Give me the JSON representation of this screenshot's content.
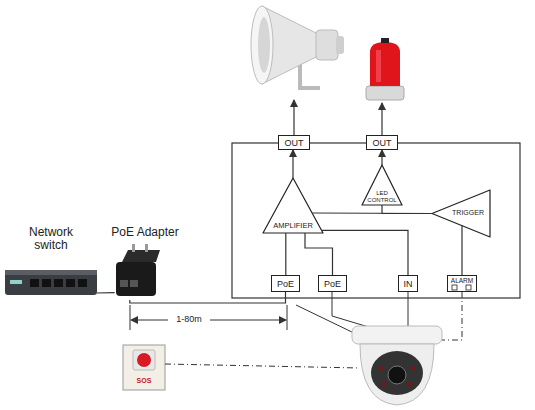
{
  "diagram": {
    "nodes": [
      {
        "text": [
          "Network switch"
        ]
      },
      {
        "text": [
          "PoE Adapter"
        ]
      },
      {
        "text": [
          "OUT"
        ]
      },
      {
        "text": [
          "OUT"
        ]
      },
      {
        "text": [
          "AMPLIFIER"
        ]
      },
      {
        "text": [
          "LED CONTROL"
        ]
      },
      {
        "text": [
          "TRIGGER"
        ]
      },
      {
        "text": [
          "PoE"
        ]
      },
      {
        "text": [
          "PoE"
        ]
      },
      {
        "text": [
          "IN"
        ]
      },
      {
        "text": [
          "ALARM"
        ]
      },
      {
        "text": [
          "SOS"
        ]
      }
    ],
    "edges": [
      {
        "from": 0,
        "to": 1,
        "arrow": "none"
      },
      {
        "from": 1,
        "to": 7,
        "arrow": "none"
      },
      {
        "from": 4,
        "to": 2,
        "arrow": "to"
      },
      {
        "from": 5,
        "to": 3,
        "arrow": "to"
      },
      {
        "from": 6,
        "to": 4,
        "arrow": "none"
      },
      {
        "from": 6,
        "to": 5,
        "arrow": "none"
      },
      {
        "from": 4,
        "to": 7,
        "arrow": "none"
      },
      {
        "from": 4,
        "to": 8,
        "arrow": "none"
      },
      {
        "from": 4,
        "to": 9,
        "arrow": "none"
      },
      {
        "from": 6,
        "to": 10,
        "arrow": "none"
      }
    ],
    "labels": [
      "1-80m"
    ]
  }
}
